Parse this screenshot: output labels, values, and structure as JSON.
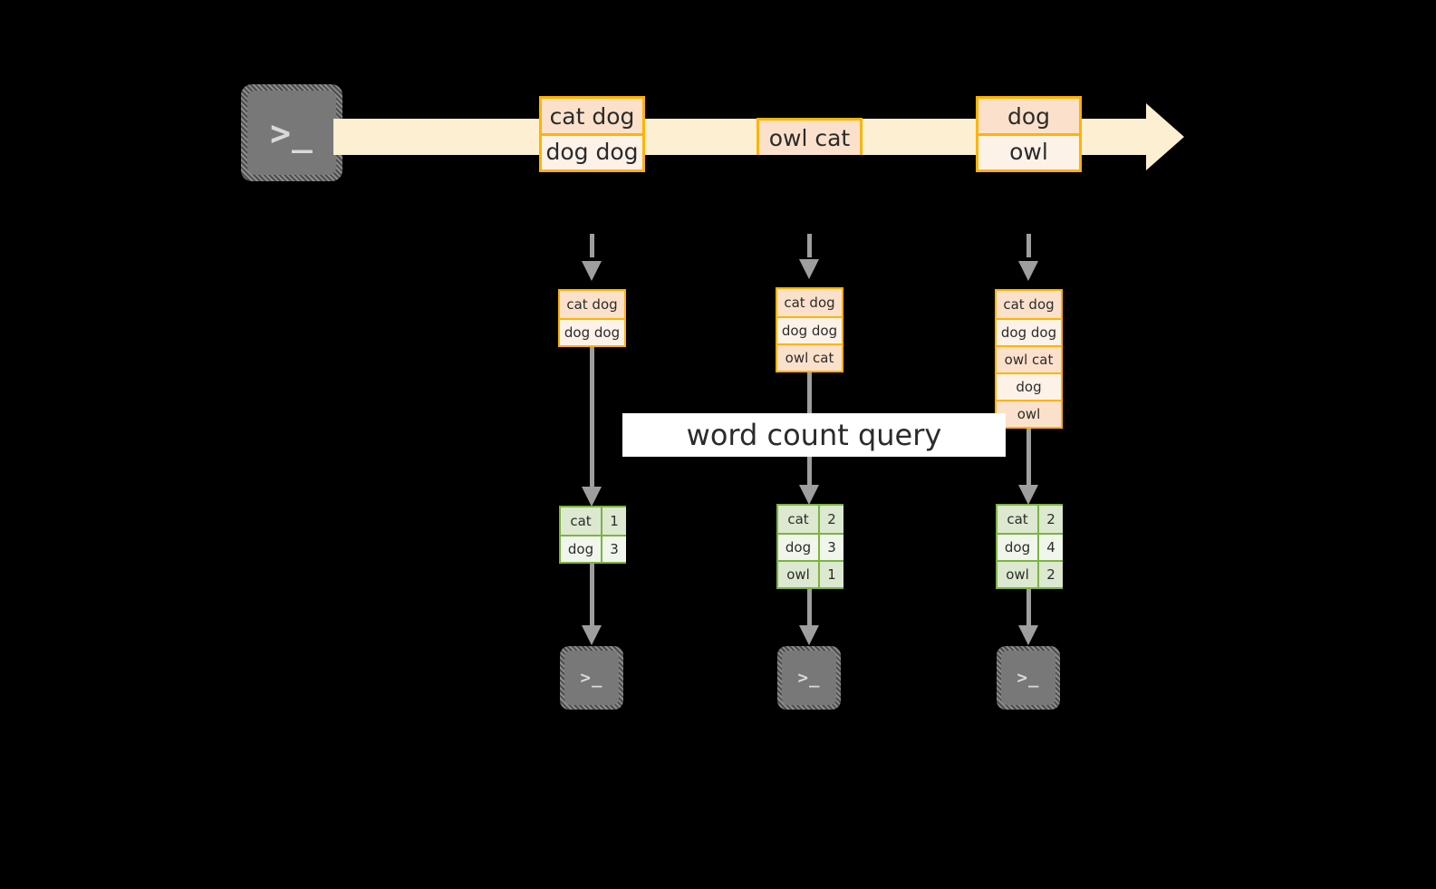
{
  "diagram": {
    "title": "word count query",
    "colors": {
      "background": "#000000",
      "stream_fill": "#FDEFD1",
      "message_border": "#FFB300",
      "message_fill_dark": "#FBE1CB",
      "message_fill_light": "#FDF2E8",
      "table_border": "#7CB342",
      "table_fill_dark": "#DCE8CF",
      "table_fill_light": "#F1F6EC",
      "arrow": "#9E9E9E",
      "terminal_fill": "#787878",
      "label_band": "#FFFFFF"
    }
  },
  "source_terminal": {
    "glyph": ">_"
  },
  "stream": {
    "messages": [
      {
        "id": "m1",
        "lines": [
          "cat dog",
          "dog dog"
        ]
      },
      {
        "id": "m2",
        "lines": [
          "owl cat"
        ]
      },
      {
        "id": "m3",
        "lines": [
          "dog",
          "owl"
        ]
      }
    ]
  },
  "label": {
    "text": "word count query"
  },
  "columns": [
    {
      "id": "col1",
      "accumulated": [
        "cat dog",
        "dog dog"
      ],
      "result": {
        "rows": [
          {
            "word": "cat",
            "count": "1"
          },
          {
            "word": "dog",
            "count": "3"
          }
        ]
      },
      "sink_terminal": {
        "glyph": ">_"
      }
    },
    {
      "id": "col2",
      "accumulated": [
        "cat dog",
        "dog dog",
        "owl cat"
      ],
      "result": {
        "rows": [
          {
            "word": "cat",
            "count": "2"
          },
          {
            "word": "dog",
            "count": "3"
          },
          {
            "word": "owl",
            "count": "1"
          }
        ]
      },
      "sink_terminal": {
        "glyph": ">_"
      }
    },
    {
      "id": "col3",
      "accumulated": [
        "cat dog",
        "dog dog",
        "owl cat",
        "dog",
        "owl"
      ],
      "result": {
        "rows": [
          {
            "word": "cat",
            "count": "2"
          },
          {
            "word": "dog",
            "count": "4"
          },
          {
            "word": "owl",
            "count": "2"
          }
        ]
      },
      "sink_terminal": {
        "glyph": ">_"
      }
    }
  ]
}
